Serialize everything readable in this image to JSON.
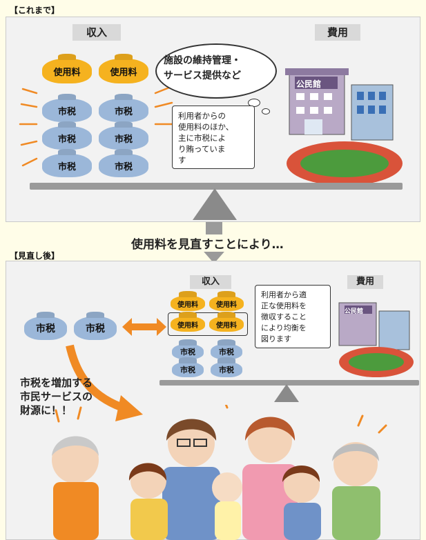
{
  "before": {
    "label": "【これまで】",
    "income_title": "収入",
    "cost_title": "費用",
    "fee_bag": "使用料",
    "tax_bag": "市税",
    "cloud_text_1": "施設の維持管理・",
    "cloud_text_2": "サービス提供など",
    "note_lines": [
      "利用者からの",
      "使用料のほか、",
      "主に市税によ",
      "り賄っていま",
      "す"
    ],
    "building_sign": "公民館"
  },
  "middle": {
    "text": "使用料を見直すことにより…"
  },
  "after": {
    "label": "【見直し後】",
    "income_title": "収入",
    "cost_title": "費用",
    "fee_bag": "使用料",
    "tax_bag": "市税",
    "note_lines": [
      "利用者から適",
      "正な使用料を",
      "徴収すること",
      "により均衡を",
      "図ります"
    ],
    "bottom_lines": [
      "市税を増加する",
      "市民サービスの",
      "財源に！！"
    ],
    "building_sign": "公民館"
  },
  "colors": {
    "fee": "#f5b21f",
    "tax": "#9bb7d9",
    "beam": "#9a9a9a",
    "arrow": "#f08a24"
  }
}
